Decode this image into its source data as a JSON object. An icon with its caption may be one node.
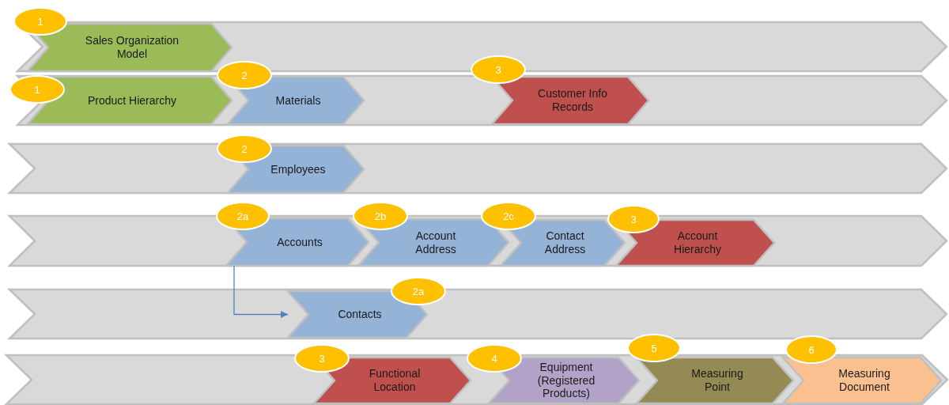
{
  "diagram": {
    "nodes": [
      {
        "text": [],
        "shape": "band"
      },
      {
        "text": [
          "1"
        ]
      },
      {
        "text": [
          "Sales Organization Model"
        ],
        "in": 0
      },
      {
        "text": [],
        "shape": "band"
      },
      {
        "text": [
          "1"
        ]
      },
      {
        "text": [
          "Product Hierarchy"
        ],
        "in": 3
      },
      {
        "text": [
          "2"
        ]
      },
      {
        "text": [
          "Materials"
        ],
        "in": 3
      },
      {
        "text": [
          "3"
        ]
      },
      {
        "text": [
          "Customer Info Records"
        ],
        "in": 3
      },
      {
        "text": [],
        "shape": "band"
      },
      {
        "text": [
          "2"
        ]
      },
      {
        "text": [
          "Employees"
        ],
        "in": 10
      },
      {
        "text": [],
        "shape": "band"
      },
      {
        "text": [
          "2a"
        ]
      },
      {
        "text": [
          "Accounts"
        ],
        "in": 13
      },
      {
        "text": [
          "2b"
        ]
      },
      {
        "text": [
          "Account Address"
        ],
        "in": 13
      },
      {
        "text": [
          "2c"
        ]
      },
      {
        "text": [
          "Contact Address"
        ],
        "in": 13
      },
      {
        "text": [
          "3"
        ]
      },
      {
        "text": [
          "Account Hierarchy"
        ],
        "in": 13
      },
      {
        "text": [],
        "shape": "band"
      },
      {
        "text": [
          "Contacts"
        ],
        "in": 22
      },
      {
        "text": [
          "2a"
        ]
      },
      {
        "text": [],
        "shape": "band"
      },
      {
        "text": [
          "3"
        ]
      },
      {
        "text": [
          "Functional Location"
        ],
        "in": 25
      },
      {
        "text": [
          "4"
        ]
      },
      {
        "text": [
          "Equipment (Registered Products)"
        ],
        "in": 25
      },
      {
        "text": [
          "5"
        ]
      },
      {
        "text": [
          "Measuring Point"
        ],
        "in": 25
      },
      {
        "text": [
          "6"
        ]
      },
      {
        "text": [
          "Measuring Document"
        ],
        "in": 25
      }
    ],
    "edges": [
      {
        "from": 15,
        "to": 23,
        "arrow": "to"
      }
    ]
  }
}
